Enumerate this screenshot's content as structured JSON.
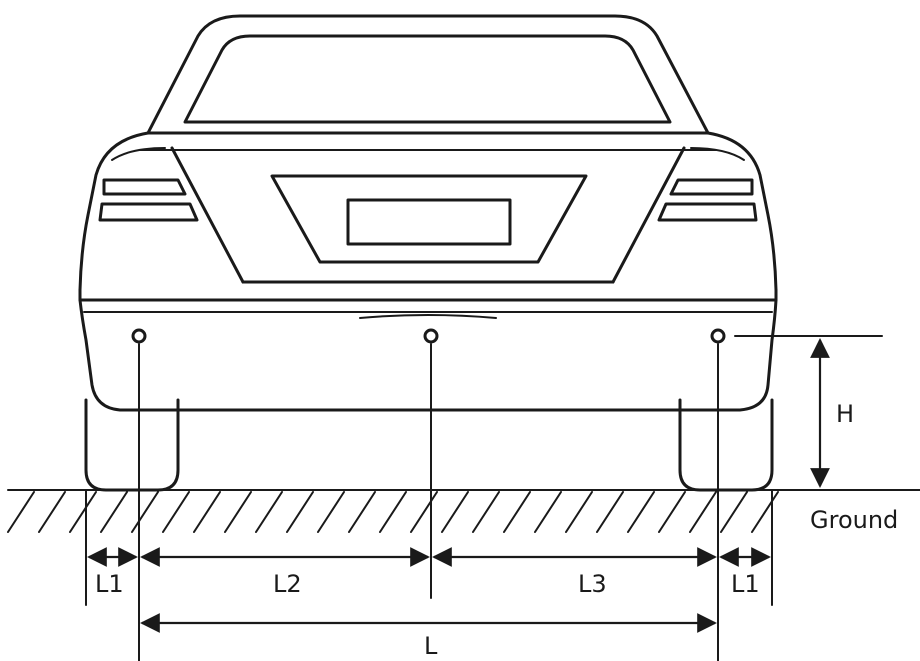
{
  "labels": {
    "height": "H",
    "ground": "Ground",
    "l1_left": "L1",
    "l2": "L2",
    "l3": "L3",
    "l1_right": "L1",
    "total_length": "L"
  },
  "colors": {
    "line": "#1a1a1a",
    "background": "#ffffff"
  }
}
